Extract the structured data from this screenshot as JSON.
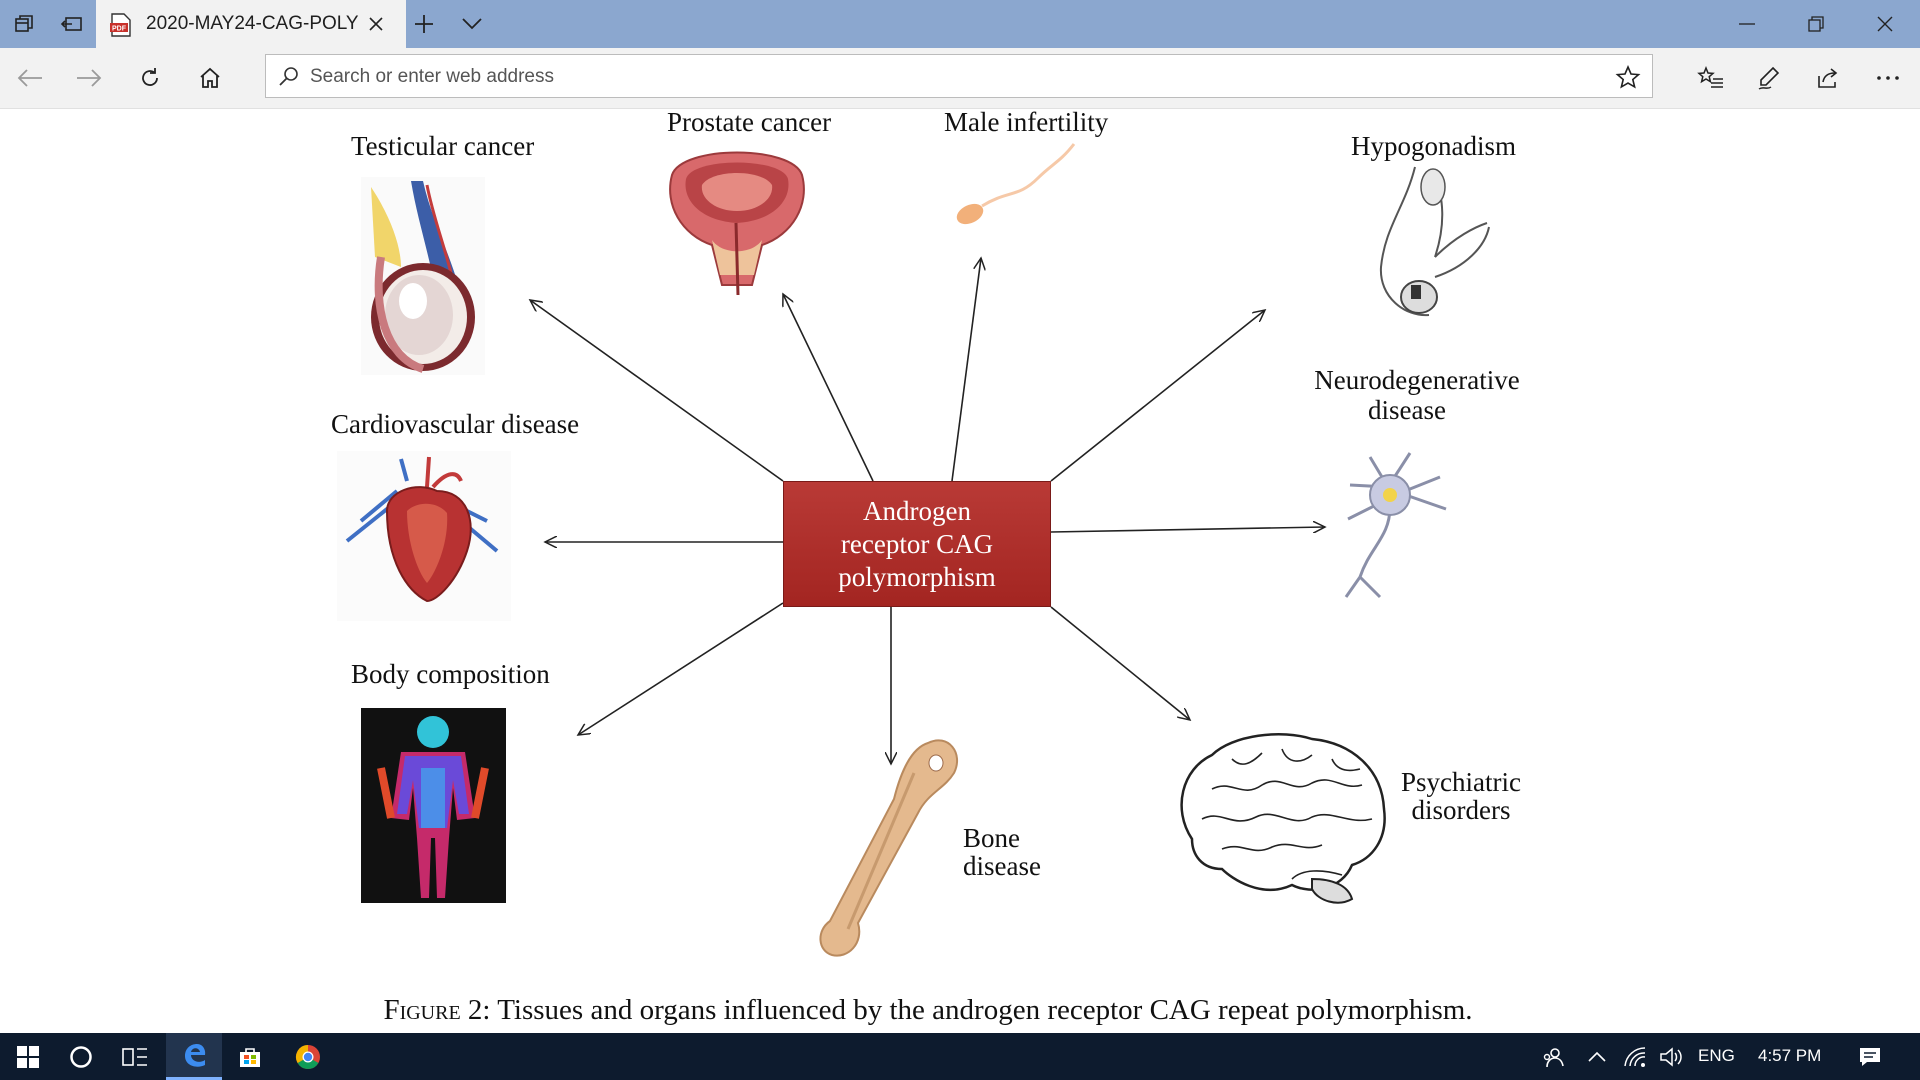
{
  "browser": {
    "tab": {
      "title": "2020-MAY24-CAG-POLY",
      "icon": "pdf-icon"
    },
    "address_placeholder": "Search or enter web address"
  },
  "figure": {
    "center_lines": [
      "Androgen",
      "receptor CAG",
      "polymorphism"
    ],
    "labels": {
      "testicular": "Testicular cancer",
      "prostate": "Prostate cancer",
      "infertility": "Male infertility",
      "hypogonadism": "Hypogonadism",
      "neuro_1": "Neurodegenerative",
      "neuro_2": "disease",
      "cardio": "Cardiovascular disease",
      "body": "Body composition",
      "bone_1": "Bone",
      "bone_2": "disease",
      "psych_1": "Psychiatric",
      "psych_2": "disorders"
    },
    "caption_prefix": "Figure 2:",
    "caption_text": "Tissues and organs influenced by the androgen receptor CAG repeat polymorphism."
  },
  "taskbar": {
    "language": "ENG",
    "time": "4:57 PM"
  },
  "colors": {
    "titlebar": "#8ba7cf",
    "center_box": "#a82a26",
    "taskbar": "#0d1b2e"
  }
}
